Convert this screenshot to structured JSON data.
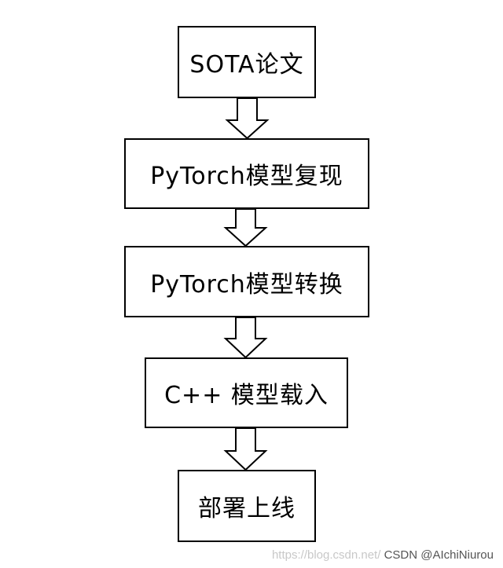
{
  "flowchart": {
    "steps": [
      "SOTA论文",
      "PyTorch模型复现",
      "PyTorch模型转换",
      "C++ 模型载入",
      "部署上线"
    ]
  },
  "watermark": {
    "url": "https://blog.csdn.net/",
    "author": "CSDN @AIchiNiurou"
  }
}
